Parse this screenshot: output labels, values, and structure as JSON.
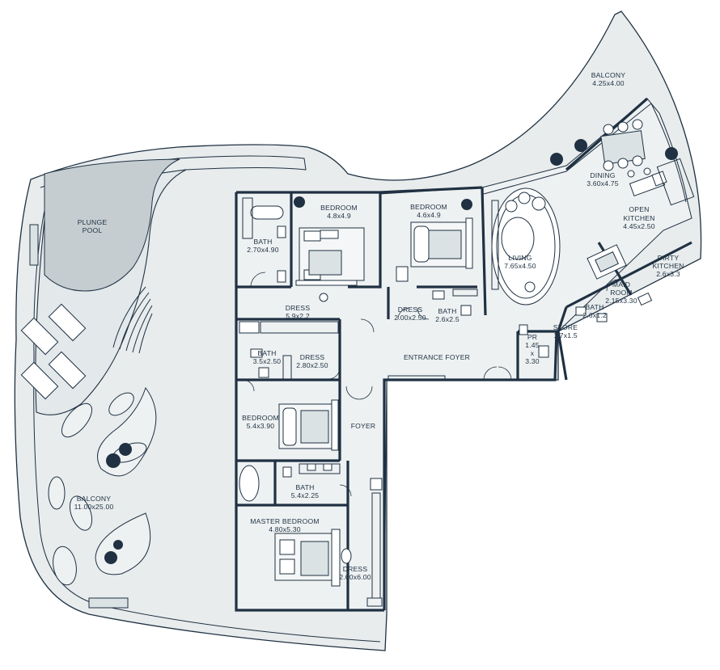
{
  "colors": {
    "line": "#1f3142",
    "balcony_fill": "#e8eced",
    "interior_fill": "#eef1f2",
    "pool_fill": "#c5cdd1",
    "plant": "#1f3142"
  },
  "rooms": {
    "balcony_top": {
      "name": "BALCONY",
      "size": "4.25x4.00"
    },
    "dining": {
      "name": "DINING",
      "size": "3.60x4.75"
    },
    "open_kitchen": {
      "name_1": "OPEN",
      "name_2": "KITCHEN",
      "size": "4.45x2.50"
    },
    "dirty_kitchen": {
      "name_1": "DIRTY",
      "name_2": "KITCHEN",
      "size": "2.6x3.3"
    },
    "maid_room": {
      "name_1": "MAID",
      "name_2": "ROOM",
      "size": "2.15x3.30"
    },
    "maid_bath": {
      "name": "BATH",
      "size": "2.6x1.2"
    },
    "store": {
      "name": "STORE",
      "size": "1.7x1.5"
    },
    "powder": {
      "name": "PR",
      "size_1": "1.45",
      "size_2": "x",
      "size_3": "3.30"
    },
    "living": {
      "name": "LIVING",
      "size": "7.65x4.50"
    },
    "bedroom_a": {
      "name": "BEDROOM",
      "size": "4.8x4.9"
    },
    "bedroom_b": {
      "name": "BEDROOM",
      "size": "4.6x4.9"
    },
    "bath_a": {
      "name": "BATH",
      "size": "2.70x4.90"
    },
    "dress_a": {
      "name": "DRESS",
      "size": "5.9x2.2"
    },
    "dress_b": {
      "name": "DRESS",
      "size": "2.00x2.50"
    },
    "bath_b": {
      "name": "BATH",
      "size": "2.6x2.5"
    },
    "entrance_foyer": {
      "name": "ENTRANCE FOYER"
    },
    "bath_c": {
      "name": "BATH",
      "size": "3.5x2.50"
    },
    "dress_c": {
      "name": "DRESS",
      "size": "2.80x2.50"
    },
    "bedroom_c": {
      "name": "BEDROOM",
      "size": "5.4x3.90"
    },
    "foyer": {
      "name": "FOYER"
    },
    "bath_master": {
      "name": "BATH",
      "size": "5.4x2.25"
    },
    "master_bedroom": {
      "name": "MASTER BEDROOM",
      "size": "4.80x5.30"
    },
    "dress_master": {
      "name": "DRESS",
      "size": "2.60x6.00"
    },
    "plunge_pool": {
      "name_1": "PLUNGE",
      "name_2": "POOL"
    },
    "balcony_main": {
      "name": "BALCONY",
      "size": "11.00x25.00"
    }
  }
}
